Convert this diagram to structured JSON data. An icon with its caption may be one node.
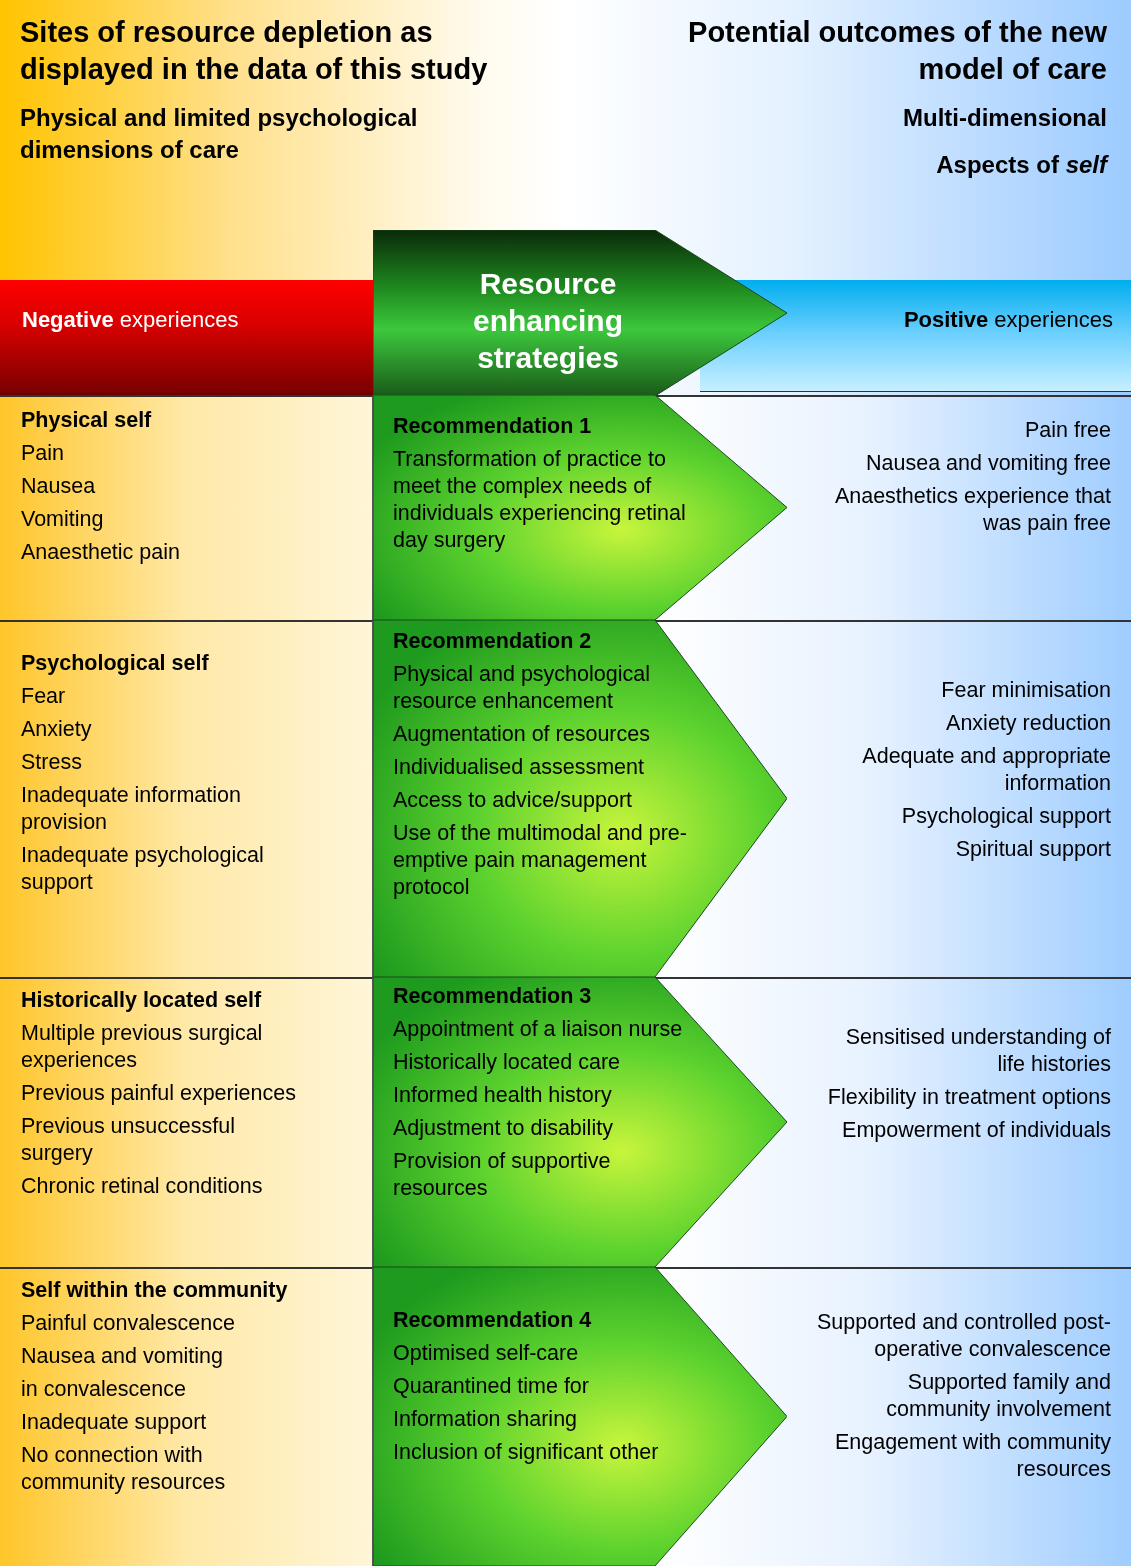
{
  "diagram": {
    "nodes": [
      {
        "text": [
          "Sites of resource depletion as displayed in the data of this study",
          "Physical and limited psychological dimensions of care"
        ]
      },
      {
        "text": [
          "Potential outcomes of the new model of care",
          "Multi-dimensional",
          "Aspects of *self*"
        ]
      },
      {
        "text": [
          "**Negative** experiences"
        ]
      },
      {
        "text": [
          "Resource enhancing strategies"
        ]
      },
      {
        "text": [
          "**Positive** experiences"
        ]
      },
      {
        "text": [
          "Physical self",
          "Pain",
          "Nausea",
          "Vomiting",
          "Anaesthetic pain"
        ]
      },
      {
        "text": [
          "Recommendation 1",
          "Transformation of practice to meet the complex needs of individuals experiencing retinal day surgery"
        ]
      },
      {
        "text": [
          "Pain free",
          "Nausea and vomiting free",
          "Anaesthetics experience that was pain free"
        ]
      },
      {
        "text": [
          "Psychological self",
          "Fear",
          "Anxiety",
          "Stress",
          "Inadequate information provision",
          "Inadequate psychological support"
        ]
      },
      {
        "text": [
          "Recommendation 2",
          "Physical and psychological resource enhancement",
          "Augmentation of resources",
          "Individualised assessment",
          "Access to advice/support",
          "Use of the multimodal and pre-emptive pain management protocol"
        ]
      },
      {
        "text": [
          "Fear minimisation",
          "Anxiety reduction",
          "Adequate and appropriate information",
          "Psychological support",
          "Spiritual support"
        ]
      },
      {
        "text": [
          "Historically located self",
          "Multiple previous surgical experiences",
          "Previous painful experiences",
          "Previous unsuccessful surgery",
          "Chronic retinal conditions"
        ]
      },
      {
        "text": [
          "Recommendation 3",
          "Appointment of a liaison nurse",
          "Historically located care",
          "Informed health history",
          "Adjustment to disability",
          "Provision of supportive resources"
        ]
      },
      {
        "text": [
          "Sensitised understanding of life histories",
          "Flexibility in treatment options",
          "Empowerment of individuals"
        ]
      },
      {
        "text": [
          "Self within the community",
          "Painful convalescence",
          "Nausea and vomiting",
          "in convalescence",
          "Inadequate support",
          "No connection with community resources"
        ]
      },
      {
        "text": [
          "Recommendation 4",
          "Optimised self-care",
          "Quarantined time for",
          "Information sharing",
          "Inclusion of significant other"
        ]
      },
      {
        "text": [
          "Supported and controlled post-operative convalescence",
          "Supported family and community involvement",
          "Engagement with community resources"
        ]
      }
    ]
  }
}
